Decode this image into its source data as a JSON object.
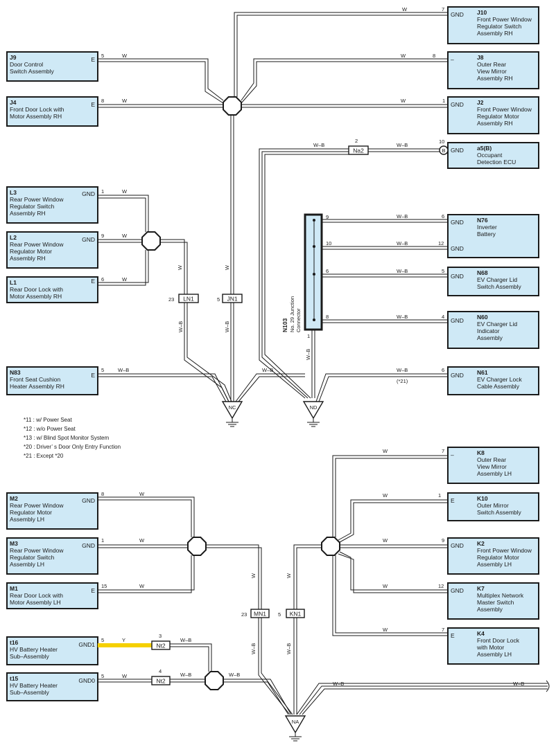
{
  "components": [
    {
      "id": "j10",
      "code": "J10",
      "name": [
        "Front Power Window",
        "Regulator Switch",
        "Assembly RH"
      ],
      "pin_label": "GND"
    },
    {
      "id": "j9",
      "code": "J9",
      "name": [
        "Door Control",
        "Switch Assembly"
      ],
      "pin_label": "E"
    },
    {
      "id": "j8",
      "code": "J8",
      "name": [
        "Outer Rear",
        "View Mirror",
        "Assembly RH"
      ],
      "pin_label": "–"
    },
    {
      "id": "j4",
      "code": "J4",
      "name": [
        "Front Door Lock with",
        "Motor Assembly RH"
      ],
      "pin_label": "E"
    },
    {
      "id": "j2",
      "code": "J2",
      "name": [
        "Front Power Window",
        "Regulator Motor",
        "Assembly RH"
      ],
      "pin_label": "GND"
    },
    {
      "id": "a5b",
      "code": "a5(B)",
      "name": [
        "Occupant",
        "Detection ECU"
      ],
      "pin_label": "GND"
    },
    {
      "id": "l3",
      "code": "L3",
      "name": [
        "Rear Power Window",
        "Regulator Switch",
        "Assembly RH"
      ],
      "pin_label": "GND"
    },
    {
      "id": "l2",
      "code": "L2",
      "name": [
        "Rear Power Window",
        "Regulator Motor",
        "Assembly RH"
      ],
      "pin_label": "GND"
    },
    {
      "id": "l1",
      "code": "L1",
      "name": [
        "Rear Door Lock with",
        "Motor Assembly RH"
      ],
      "pin_label": "E"
    },
    {
      "id": "n76",
      "code": "N76",
      "name": [
        "Inverter",
        "Battery"
      ],
      "pin_label": "GND",
      "pin_label2": "GND"
    },
    {
      "id": "n68",
      "code": "N68",
      "name": [
        "EV Charger Lid",
        "Switch Assembly"
      ],
      "pin_label": "GND"
    },
    {
      "id": "n60",
      "code": "N60",
      "name": [
        "EV Charger Lid",
        "Indicator",
        "Assembly"
      ],
      "pin_label": "GND"
    },
    {
      "id": "n83",
      "code": "N83",
      "name": [
        "Front Seat Cushion",
        "Heater Assembly RH"
      ],
      "pin_label": "E"
    },
    {
      "id": "n61",
      "code": "N61",
      "name": [
        "EV Charger Lock",
        "Cable Assembly"
      ],
      "pin_label": "GND"
    },
    {
      "id": "k8",
      "code": "K8",
      "name": [
        "Outer Rear",
        "View Mirror",
        "Assembly LH"
      ],
      "pin_label": "–"
    },
    {
      "id": "m2",
      "code": "M2",
      "name": [
        "Rear Power Window",
        "Regulator Motor",
        "Assembly LH"
      ],
      "pin_label": "GND"
    },
    {
      "id": "k10",
      "code": "K10",
      "name": [
        "Outer Mirror",
        "Switch Assembly"
      ],
      "pin_label": "E"
    },
    {
      "id": "m3",
      "code": "M3",
      "name": [
        "Rear Power Window",
        "Regulator Switch",
        "Assembly LH"
      ],
      "pin_label": "GND"
    },
    {
      "id": "k2",
      "code": "K2",
      "name": [
        "Front Power Window",
        "Regulator Motor",
        "Assembly LH"
      ],
      "pin_label": "GND"
    },
    {
      "id": "m1",
      "code": "M1",
      "name": [
        "Rear Door Lock with",
        "Motor Assembly LH"
      ],
      "pin_label": "E"
    },
    {
      "id": "k7",
      "code": "K7",
      "name": [
        "Multiplex Network",
        "Master Switch",
        "Assembly"
      ],
      "pin_label": "GND"
    },
    {
      "id": "t16",
      "code": "t16",
      "name": [
        "HV Battery Heater",
        "Sub–Assembly"
      ],
      "pin_label": "GND1"
    },
    {
      "id": "k4",
      "code": "K4",
      "name": [
        "Front Door Lock",
        "with Motor",
        "Assembly LH"
      ],
      "pin_label": "E"
    },
    {
      "id": "t15",
      "code": "t15",
      "name": [
        "HV Battery Heater",
        "Sub–Assembly"
      ],
      "pin_label": "GND0"
    }
  ],
  "junction_connector": {
    "code": "N103",
    "name": [
      "No. 29 Junction",
      "Connector"
    ],
    "pins": [
      "9",
      "10",
      "6",
      "8",
      "1"
    ]
  },
  "in_line_connectors": [
    "Na2",
    "LN1",
    "JN1",
    "MN1",
    "KN1",
    "Nt2",
    "Nt2"
  ],
  "in_line_pins": [
    "2",
    "23",
    "5",
    "23",
    "5",
    "3",
    "4"
  ],
  "ground_points": [
    "NC",
    "ND",
    "NA"
  ],
  "shield_mark": "B",
  "pin_numbers": [
    "7",
    "5",
    "8",
    "8",
    "1",
    "10",
    "7",
    "1",
    "9",
    "6",
    "12",
    "5",
    "4",
    "5",
    "6",
    "8",
    "1",
    "15",
    "7",
    "1",
    "9",
    "12",
    "7",
    "5",
    "5"
  ],
  "wire_colors": {
    "w": "W",
    "wb": "W–B",
    "y": "Y"
  },
  "conditional_note": "(*21)",
  "notes": [
    "*11 : w/ Power Seat",
    "*12 : w/o Power Seat",
    "*13 : w/ Blind Spot Monitor System",
    "*20 : Driver’ s Door Only Entry Function",
    "*21 : Except *20"
  ],
  "colors": {
    "component_fill": "#cfe9f6",
    "wire": "#1a1a1a",
    "yellow_wire": "#f5d000"
  }
}
